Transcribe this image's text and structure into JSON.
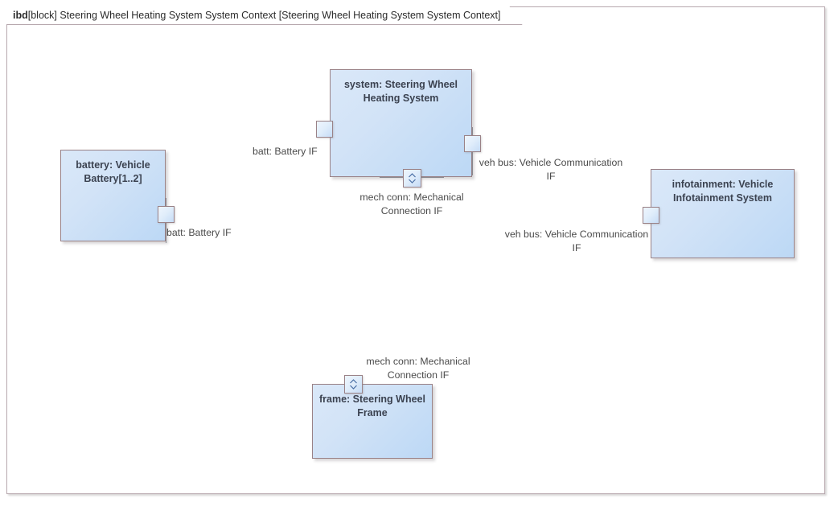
{
  "diagram": {
    "frame_label": {
      "keyword": "ibd",
      "rest": "[block] Steering Wheel Heating System System Context [Steering Wheel Heating System System Context]"
    },
    "colors": {
      "block_border": "#9a8287",
      "block_fill_light": "#dae8f8",
      "block_fill_dark": "#bcd8f5",
      "frame_border": "#b7a8ae",
      "text": "#3b4250",
      "label_text": "#4a4a4a",
      "connector": "#8d8d95"
    }
  },
  "blocks": [
    {
      "id": "battery",
      "name": "battery: Vehicle Battery[1..2]",
      "ports": [
        {
          "id": "battery-batt",
          "name": "batt: Battery IF",
          "kind": "proxy-port"
        }
      ]
    },
    {
      "id": "system",
      "name": "system: Steering Wheel Heating System",
      "ports": [
        {
          "id": "system-batt",
          "name": "batt: Battery IF",
          "kind": "proxy-port"
        },
        {
          "id": "system-vehbus",
          "name": "veh bus: Vehicle Communication IF",
          "kind": "proxy-port"
        },
        {
          "id": "system-mechconn",
          "name": "mech conn: Mechanical Connection IF",
          "kind": "flow-port"
        }
      ]
    },
    {
      "id": "infotainment",
      "name": "infotainment: Vehicle Infotainment System",
      "ports": [
        {
          "id": "infotainment-vehbus",
          "name": "veh bus: Vehicle Communication IF",
          "kind": "proxy-port"
        }
      ]
    },
    {
      "id": "frame",
      "name": "frame: Steering Wheel Frame",
      "ports": [
        {
          "id": "frame-mechconn",
          "name": "mech conn: Mechanical Connection IF",
          "kind": "flow-port"
        }
      ]
    }
  ],
  "port_labels": {
    "battery_batt": "batt: Battery IF",
    "system_batt": "batt: Battery IF",
    "system_vehbus": "veh bus: Vehicle Communication\nIF",
    "system_mechconn": "mech conn: Mechanical\nConnection IF",
    "infotainment_vehbus": "veh bus: Vehicle Communication\nIF",
    "frame_mechconn": "mech conn: Mechanical\nConnection IF"
  },
  "block_titles": {
    "battery": "battery: Vehicle\nBattery[1..2]",
    "system": "system: Steering Wheel\nHeating System",
    "infotainment": "infotainment: Vehicle\nInfotainment System",
    "frame": "frame: Steering Wheel\nFrame"
  }
}
